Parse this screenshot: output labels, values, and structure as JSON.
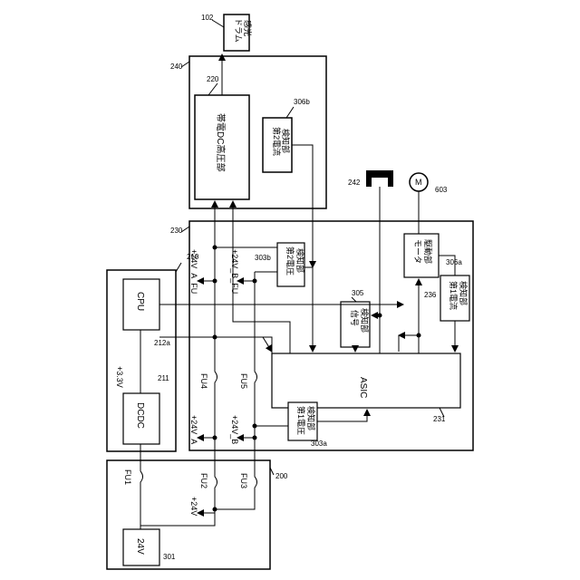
{
  "labels": {
    "drum_ref": "102",
    "drum_l1": "感光",
    "drum_l2": "ドラム",
    "hv_unit_ref": "240",
    "hv_block_ref": "220",
    "hv_block_name": "帯電DC高圧部",
    "cur2_ref": "306b",
    "cur2_l1": "第2電流",
    "cur2_l2": "検知部",
    "board_ref": "230",
    "connector_ref": "242",
    "motor_symbol": "M",
    "motor_ref": "603",
    "volt2_ref": "303b",
    "volt2_l1": "第2電圧",
    "volt2_l2": "検知部",
    "motor_drv_l1": "モータ",
    "motor_drv_l2": "駆動部",
    "cur1_ref": "306a",
    "cur1_l1": "第1電流",
    "cur1_l2": "検知部",
    "sig_ref": "305",
    "sig_l1": "信号",
    "sig_l2": "検知部",
    "motor_bus_ref": "236",
    "asic": "ASIC",
    "asic_ref": "231",
    "volt1_l1": "第1電圧",
    "volt1_l2": "検知部",
    "volt1_ref": "303a",
    "ctrl_ref": "210",
    "cpu": "CPU",
    "cpu_bus_ref": "212a",
    "v33": "+3.3V",
    "dcdc_ref": "211",
    "dcdc": "DCDC",
    "psu_ref": "200",
    "src": "24V",
    "src_ref": "301",
    "fu1": "FU1",
    "fu2": "FU2",
    "fu3": "FU3",
    "fu4": "FU4",
    "fu5": "FU5",
    "v24": "+24V",
    "v24a_fu": "+24V_A_FU",
    "v24b_fu": "+24V_B_FU",
    "v24a": "+24V_A",
    "v24b": "+24V_B"
  }
}
